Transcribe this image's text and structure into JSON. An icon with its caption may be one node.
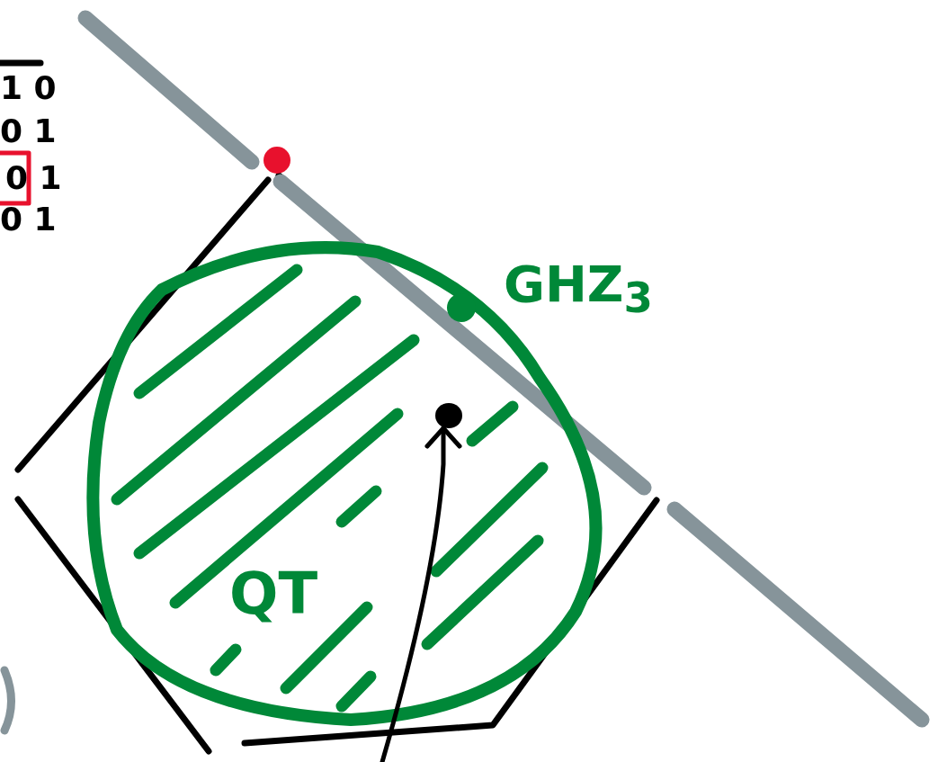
{
  "diagram": {
    "nodes": [
      {
        "text": [],
        "shape": "circle"
      },
      {
        "text": [],
        "shape": "circle",
        "beside": [
          "GHZ$_{3}$"
        ]
      },
      {
        "text": [],
        "shape": "circle"
      }
    ],
    "edges": [
      {
        "from": null,
        "to": 2,
        "arrow": "to"
      }
    ],
    "labels": [
      "1 0",
      "0 1",
      "0 1",
      "0 1",
      "QT"
    ]
  }
}
